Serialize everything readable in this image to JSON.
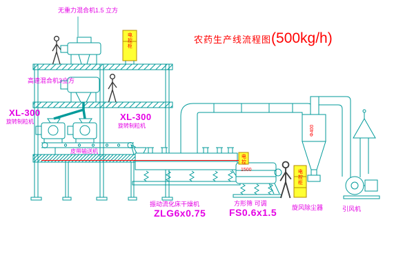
{
  "title": {
    "main": "农药生产线流程图",
    "capacity": "(500kg/h)"
  },
  "colors": {
    "line": "#009a9a",
    "label": "#e400e4",
    "title": "#ff0000",
    "dimension": "#ff0000",
    "cabinet_fill": "#ffff33"
  },
  "equipment_labels": {
    "top_mixer": "无重力混合机1.5 立方",
    "second_mixer": "高速混合机3立方",
    "granulator_left_model": "XL-300",
    "granulator_left_name": "旋转制粒机",
    "granulator_mid_model": "XL-300",
    "granulator_mid_name": "旋转制粒机",
    "belt_conveyor": "皮带输送机",
    "dryer_name": "振动流化床干燥机",
    "dryer_model": "ZLG6x0.75",
    "sieve_name": "方形筛 可调",
    "sieve_model": "FS0.6x1.5",
    "cyclone": "旋风除尘器",
    "fan": "引风机"
  },
  "dimensions": {
    "sieve_width": "1500",
    "cyclone_diameter": "Φ400"
  },
  "cabinets": {
    "top": "电控柜",
    "mid": "电控",
    "right": "电控柜"
  }
}
